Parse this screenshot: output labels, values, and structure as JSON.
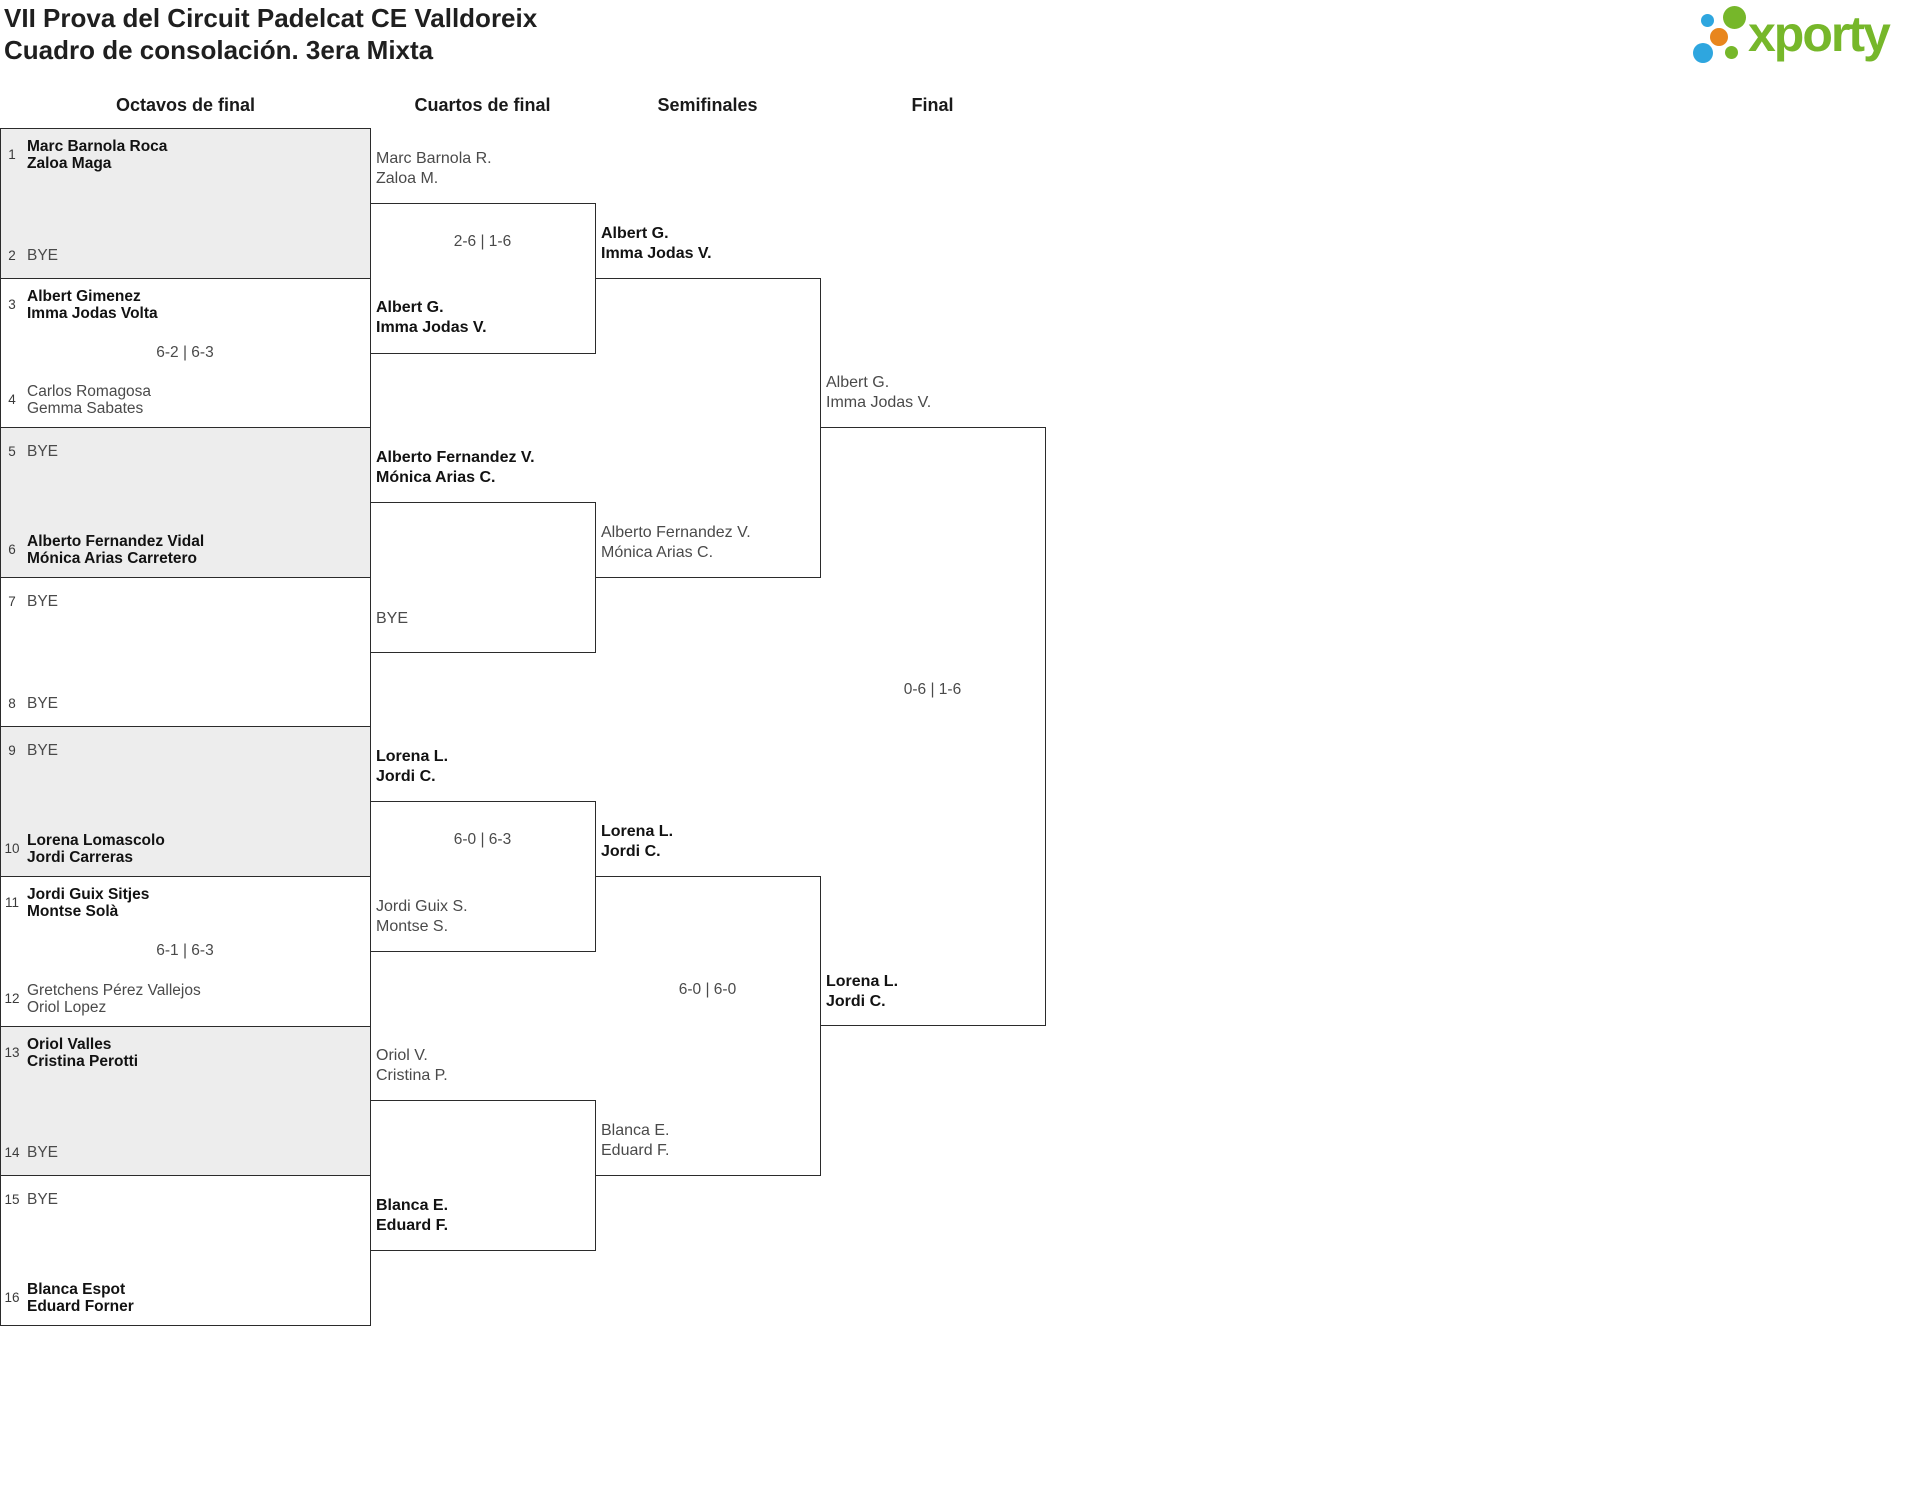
{
  "page": {
    "title_line1": "VII Prova del Circuit Padelcat CE Valldoreix",
    "title_line2": "Cuadro de consolación. 3era Mixta"
  },
  "logo": {
    "wordmark": "xporty",
    "green": "#76b72a",
    "orange": "#e8861d",
    "blue": "#2ea6df"
  },
  "round_headers": [
    "Octavos de final",
    "Cuartos de final",
    "Semifinales",
    "Final"
  ],
  "bracket": {
    "round1": [
      {
        "seed_top": "1",
        "team_top": [
          "Marc Barnola Roca",
          "Zaloa Maga"
        ],
        "top_bold": true,
        "score": "",
        "seed_bottom": "2",
        "team_bottom": [
          "BYE"
        ],
        "bottom_bold": false,
        "shaded": true
      },
      {
        "seed_top": "3",
        "team_top": [
          "Albert Gimenez",
          "Imma Jodas Volta"
        ],
        "top_bold": true,
        "score": "6-2 | 6-3",
        "seed_bottom": "4",
        "team_bottom": [
          "Carlos Romagosa",
          "Gemma Sabates"
        ],
        "bottom_bold": false,
        "shaded": false
      },
      {
        "seed_top": "5",
        "team_top": [
          "BYE"
        ],
        "top_bold": false,
        "score": "",
        "seed_bottom": "6",
        "team_bottom": [
          "Alberto Fernandez Vidal",
          "Mónica Arias Carretero"
        ],
        "bottom_bold": true,
        "shaded": true
      },
      {
        "seed_top": "7",
        "team_top": [
          "BYE"
        ],
        "top_bold": false,
        "score": "",
        "seed_bottom": "8",
        "team_bottom": [
          "BYE"
        ],
        "bottom_bold": false,
        "shaded": false
      },
      {
        "seed_top": "9",
        "team_top": [
          "BYE"
        ],
        "top_bold": false,
        "score": "",
        "seed_bottom": "10",
        "team_bottom": [
          "Lorena Lomascolo",
          "Jordi Carreras"
        ],
        "bottom_bold": true,
        "shaded": true
      },
      {
        "seed_top": "11",
        "team_top": [
          "Jordi Guix Sitjes",
          "Montse Solà"
        ],
        "top_bold": true,
        "score": "6-1 | 6-3",
        "seed_bottom": "12",
        "team_bottom": [
          "Gretchens Pérez Vallejos",
          "Oriol Lopez"
        ],
        "bottom_bold": false,
        "shaded": false
      },
      {
        "seed_top": "13",
        "team_top": [
          "Oriol Valles",
          "Cristina Perotti"
        ],
        "top_bold": true,
        "score": "",
        "seed_bottom": "14",
        "team_bottom": [
          "BYE"
        ],
        "bottom_bold": false,
        "shaded": true
      },
      {
        "seed_top": "15",
        "team_top": [
          "BYE"
        ],
        "top_bold": false,
        "score": "",
        "seed_bottom": "16",
        "team_bottom": [
          "Blanca Espot",
          "Eduard Forner"
        ],
        "bottom_bold": true,
        "shaded": false
      }
    ],
    "rounds": [
      {
        "name": "Cuartos de final",
        "matches": [
          {
            "team_top": [
              "Marc Barnola R.",
              "Zaloa M."
            ],
            "top_bold": false,
            "team_bottom": [
              "Albert G.",
              "Imma Jodas V."
            ],
            "bottom_bold": true,
            "score": "2-6 | 1-6"
          },
          {
            "team_top": [
              "Alberto Fernandez V.",
              "Mónica Arias C."
            ],
            "top_bold": true,
            "team_bottom": [
              "BYE"
            ],
            "bottom_bold": false,
            "score": ""
          },
          {
            "team_top": [
              "Lorena L.",
              "Jordi C."
            ],
            "top_bold": true,
            "team_bottom": [
              "Jordi Guix S.",
              "Montse S."
            ],
            "bottom_bold": false,
            "score": "6-0 | 6-3"
          },
          {
            "team_top": [
              "Oriol V.",
              "Cristina P."
            ],
            "top_bold": false,
            "team_bottom": [
              "Blanca E.",
              "Eduard F."
            ],
            "bottom_bold": true,
            "score": ""
          }
        ]
      },
      {
        "name": "Semifinales",
        "matches": [
          {
            "team_top": [
              "Albert G.",
              "Imma Jodas V."
            ],
            "top_bold": true,
            "team_bottom": [
              "Alberto Fernandez V.",
              "Mónica Arias C."
            ],
            "bottom_bold": false,
            "score": ""
          },
          {
            "team_top": [
              "Lorena L.",
              "Jordi C."
            ],
            "top_bold": true,
            "team_bottom": [
              "Blanca E.",
              "Eduard F."
            ],
            "bottom_bold": false,
            "score": "6-0 | 6-0"
          }
        ]
      },
      {
        "name": "Final",
        "matches": [
          {
            "team_top": [
              "Albert G.",
              "Imma Jodas V."
            ],
            "top_bold": false,
            "team_bottom": [
              "Lorena L.",
              "Jordi C."
            ],
            "bottom_bold": true,
            "score": "0-6 | 1-6"
          }
        ]
      }
    ]
  }
}
